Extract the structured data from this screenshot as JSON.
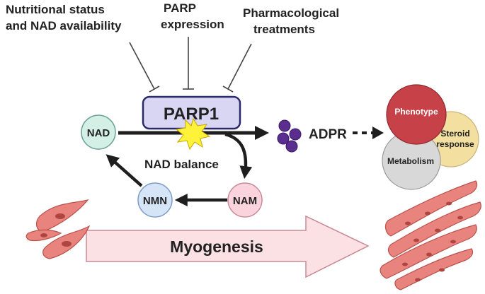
{
  "regulators": {
    "nutrition_line1": "Nutritional status",
    "nutrition_line2": "and NAD availability",
    "parp_line1": "PARP",
    "parp_line2": "expression",
    "pharma_line1": "Pharmacological",
    "pharma_line2": "treatments"
  },
  "enzyme": {
    "label": "PARP1"
  },
  "cycle": {
    "nad": "NAD",
    "nam": "NAM",
    "nmn": "NMN",
    "balance": "NAD balance"
  },
  "product": {
    "label": "ADPR"
  },
  "outcomes": {
    "phenotype": "Phenotype",
    "steroid_line1": "Steroid",
    "steroid_line2": "response",
    "metabolism": "Metabolism"
  },
  "process": {
    "label": "Myogenesis"
  },
  "colors": {
    "parp_fill": "#d9d6f4",
    "parp_stroke": "#2a2a6a",
    "nad_fill": "#d3efe6",
    "nam_fill": "#fbd3dd",
    "nmn_fill": "#d5e4f7",
    "adpr": "#5b2d8e",
    "phenotype": "#c64148",
    "steroid": "#f3dfa0",
    "metabolism": "#d8d8d8",
    "arrow_band": "#fbe0e4",
    "muscle": "#e8847d"
  }
}
